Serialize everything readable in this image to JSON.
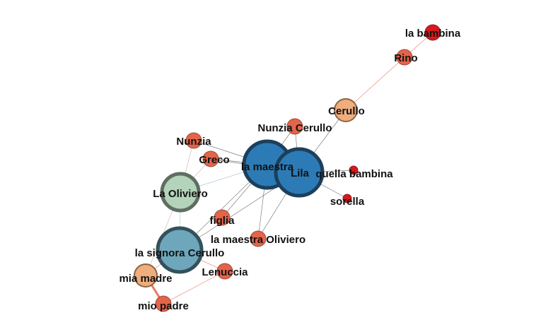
{
  "network": {
    "nodes": [
      {
        "id": "la_bambina",
        "label": "la bambina",
        "color": "#d7191c",
        "size": "small"
      },
      {
        "id": "rino",
        "label": "Rino",
        "color": "#e4644a",
        "size": "small"
      },
      {
        "id": "cerullo",
        "label": "Cerullo",
        "color": "#f0ad7d",
        "size": "medium"
      },
      {
        "id": "nunzia_cerullo",
        "label": "Nunzia Cerullo",
        "color": "#e4644a",
        "size": "small"
      },
      {
        "id": "nunzia",
        "label": "Nunzia",
        "color": "#e4644a",
        "size": "small"
      },
      {
        "id": "greco",
        "label": "Greco",
        "color": "#e4644a",
        "size": "small"
      },
      {
        "id": "la_maestra",
        "label": "la maestra",
        "color": "#2c7bb6",
        "size": "large"
      },
      {
        "id": "lila",
        "label": "Lila",
        "color": "#2c7bb6",
        "size": "large"
      },
      {
        "id": "quella_bambina",
        "label": "quella bambina",
        "color": "#d7191c",
        "size": "tiny"
      },
      {
        "id": "sorella",
        "label": "sorella",
        "color": "#d7191c",
        "size": "tiny"
      },
      {
        "id": "la_oliviero",
        "label": "La Oliviero",
        "color": "#b3d4bb",
        "size": "large"
      },
      {
        "id": "figlia",
        "label": "figlia",
        "color": "#e4644a",
        "size": "small"
      },
      {
        "id": "la_maestra_oliviero",
        "label": "la maestra Oliviero",
        "color": "#e4644a",
        "size": "small"
      },
      {
        "id": "la_signora_cerullo",
        "label": "la signora Cerullo",
        "color": "#6ea7bb",
        "size": "large"
      },
      {
        "id": "lenuccia",
        "label": "Lenuccia",
        "color": "#e4644a",
        "size": "small"
      },
      {
        "id": "mia_madre",
        "label": "mia madre",
        "color": "#f0ad7d",
        "size": "medium"
      },
      {
        "id": "mio_padre",
        "label": "mio padre",
        "color": "#e4644a",
        "size": "small"
      }
    ],
    "edges": [
      {
        "source": "la_bambina",
        "target": "rino",
        "color": "#e4644a",
        "weight": 1
      },
      {
        "source": "rino",
        "target": "cerullo",
        "color": "#e4644a",
        "weight": 1
      },
      {
        "source": "cerullo",
        "target": "lila",
        "color": "#555555",
        "weight": 1
      },
      {
        "source": "nunzia_cerullo",
        "target": "la_maestra",
        "color": "#555555",
        "weight": 1
      },
      {
        "source": "nunzia_cerullo",
        "target": "lila",
        "color": "#555555",
        "weight": 1
      },
      {
        "source": "nunzia",
        "target": "la_maestra",
        "color": "#555555",
        "weight": 1
      },
      {
        "source": "nunzia",
        "target": "la_oliviero",
        "color": "#c8a0a0",
        "weight": 1
      },
      {
        "source": "greco",
        "target": "la_maestra",
        "color": "#555555",
        "weight": 1
      },
      {
        "source": "greco",
        "target": "lila",
        "color": "#555555",
        "weight": 1
      },
      {
        "source": "greco",
        "target": "la_oliviero",
        "color": "#c8a0a0",
        "weight": 1
      },
      {
        "source": "la_maestra",
        "target": "lila",
        "color": "#2c7bb6",
        "weight": 3
      },
      {
        "source": "la_maestra",
        "target": "la_oliviero",
        "color": "#8fb5d3",
        "weight": 1
      },
      {
        "source": "la_maestra",
        "target": "la_signora_cerullo",
        "color": "#555555",
        "weight": 1
      },
      {
        "source": "la_maestra",
        "target": "figlia",
        "color": "#555555",
        "weight": 1
      },
      {
        "source": "la_maestra",
        "target": "la_maestra_oliviero",
        "color": "#555555",
        "weight": 1
      },
      {
        "source": "lila",
        "target": "quella_bambina",
        "color": "#555555",
        "weight": 1
      },
      {
        "source": "lila",
        "target": "sorella",
        "color": "#555555",
        "weight": 1
      },
      {
        "source": "lila",
        "target": "la_signora_cerullo",
        "color": "#555555",
        "weight": 1
      },
      {
        "source": "lila",
        "target": "la_maestra_oliviero",
        "color": "#555555",
        "weight": 1
      },
      {
        "source": "la_oliviero",
        "target": "la_signora_cerullo",
        "color": "#9fc4c4",
        "weight": 1
      },
      {
        "source": "la_oliviero",
        "target": "mia_madre",
        "color": "#c8a0a0",
        "weight": 1
      },
      {
        "source": "la_signora_cerullo",
        "target": "lenuccia",
        "color": "#e4644a",
        "weight": 1
      },
      {
        "source": "la_signora_cerullo",
        "target": "mia_madre",
        "color": "#e4644a",
        "weight": 1
      },
      {
        "source": "mia_madre",
        "target": "mio_padre",
        "color": "#e4644a",
        "weight": 3
      },
      {
        "source": "mio_padre",
        "target": "lenuccia",
        "color": "#e4644a",
        "weight": 1
      }
    ]
  }
}
